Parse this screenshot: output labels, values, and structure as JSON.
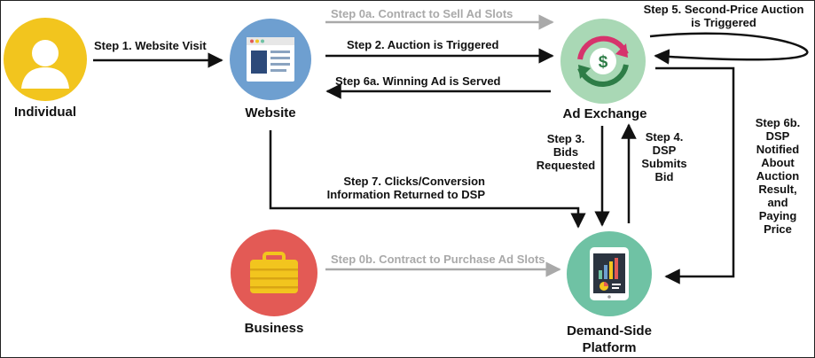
{
  "colors": {
    "individual": "#f2c51e",
    "website": "#6e9fd0",
    "ad_exchange": "#a9d8b5",
    "business": "#e35a55",
    "dsp": "#6fc2a4",
    "solid_arrow": "#111111",
    "contract_arrow": "#a9a9a9"
  },
  "nodes": {
    "individual": {
      "label": "Individual",
      "icon": "person-icon"
    },
    "website": {
      "label": "Website",
      "icon": "browser-window-icon"
    },
    "ad_exchange": {
      "label": "Ad Exchange",
      "icon": "dollar-exchange-icon"
    },
    "business": {
      "label": "Business",
      "icon": "briefcase-icon"
    },
    "dsp": {
      "label_line1": "Demand-Side",
      "label_line2": "Platform",
      "icon": "tablet-chart-icon"
    }
  },
  "steps": {
    "step0a": "Step 0a. Contract to Sell Ad Slots",
    "step0b": "Step 0b. Contract to Purchase Ad Slots",
    "step1": "Step 1. Website Visit",
    "step2": "Step 2. Auction is Triggered",
    "step3": [
      "Step 3.",
      "Bids",
      "Requested"
    ],
    "step4": [
      "Step 4.",
      "DSP",
      "Submits",
      "Bid"
    ],
    "step5": [
      "Step 5. Second-Price Auction",
      "is Triggered"
    ],
    "step6a": "Step 6a. Winning Ad is Served",
    "step6b": [
      "Step 6b.",
      "DSP",
      "Notified",
      "About",
      "Auction",
      "Result,",
      "and",
      "Paying",
      "Price"
    ],
    "step7": [
      "Step 7. Clicks/Conversion",
      "Information Returned to DSP"
    ]
  }
}
